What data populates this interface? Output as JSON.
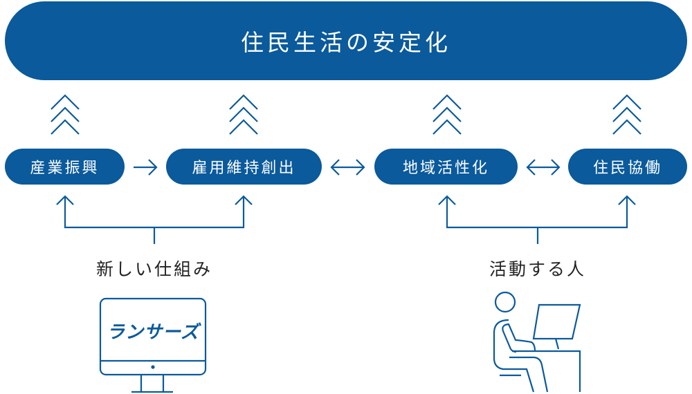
{
  "title": "住民生活の安定化",
  "pills": [
    "産業振興",
    "雇用維持創出",
    "地域活性化",
    "住民協働"
  ],
  "groups": [
    {
      "label": "新しい仕組み",
      "logo": "ランサーズ"
    },
    {
      "label": "活動する人"
    }
  ],
  "colors": {
    "primary": "#0a5a9c"
  }
}
